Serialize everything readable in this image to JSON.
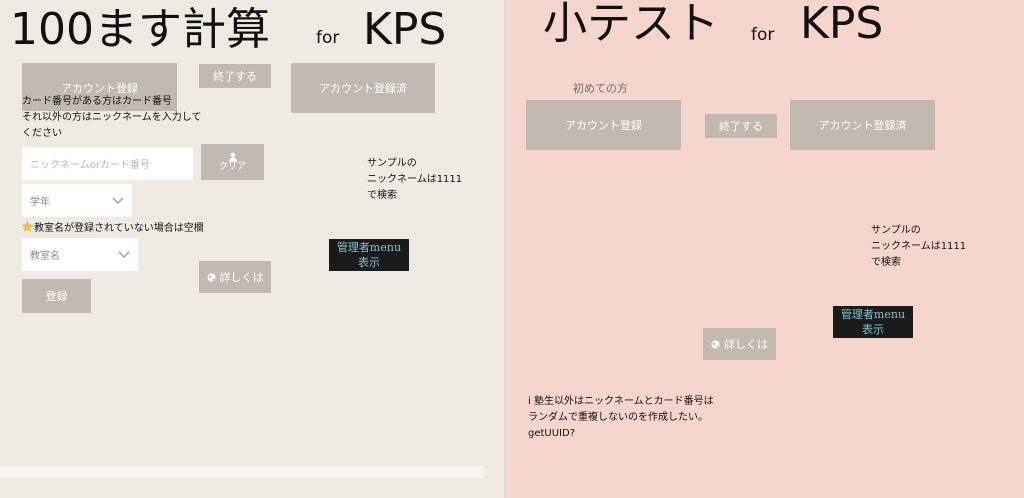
{
  "left": {
    "title": "100ます計算",
    "title_for": "for",
    "title_kps": "KPS",
    "register_button": "アカウント登録",
    "exit_button": "終了する",
    "registered_button": "アカウント登録済",
    "card_instruction": "カード番号がある方はカード番号\nそれ以外の方はニックネームを入力して\nください",
    "nickname_placeholder": "ニックネームorカード番号",
    "clear_button": "クリア",
    "grade_select": "学年",
    "classroom_note": "教室名が登録されていない場合は空欄",
    "classroom_select": "教室名",
    "details_button": "詳しくは",
    "login_button": "登録",
    "sample_note": "サンプルの\nニックネームは1111\nで検索",
    "admin_menu_line1": "管理者menu",
    "admin_menu_line2": "表示"
  },
  "right": {
    "title": "小テスト",
    "title_for": "for",
    "title_kps": "KPS",
    "first_time_label": "初めての方",
    "register_button": "アカウント登録",
    "exit_button": "終了する",
    "registered_button": "アカウント登録済",
    "sample_note": "サンプルの\nニックネームは1111\nで検索",
    "admin_menu_line1": "管理者menu",
    "admin_menu_line2": "表示",
    "details_button": "詳しくは",
    "memo": "i 塾生以外はニックネームとカード番号は\nランダムで重複しないのを作成したい。\ngetUUID?"
  },
  "colors": {
    "left_bg": "#efebe3",
    "right_bg": "#f6d6cc",
    "button_bg": "#c2bab0",
    "admin_bg": "#1a1a1a",
    "admin_text": "#7fc4d8"
  },
  "icons": {
    "clear": "person-icon",
    "details": "globe-icon",
    "select": "chevron-down-icon",
    "note": "star-icon"
  }
}
